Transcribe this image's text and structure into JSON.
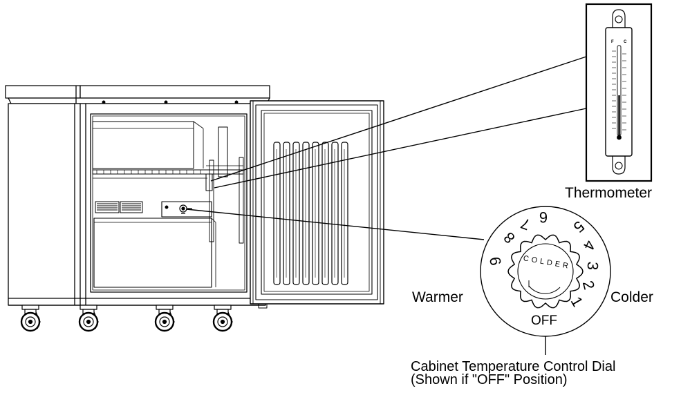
{
  "labels": {
    "thermometer": "Thermometer",
    "warmer": "Warmer",
    "colder": "Colder",
    "off": "OFF",
    "caption_line1": "Cabinet Temperature Control Dial",
    "caption_line2": "(Shown if \"OFF\" Position)"
  },
  "dial": {
    "word": "COLDER",
    "numbers": [
      "1",
      "2",
      "3",
      "4",
      "5",
      "6",
      "7",
      "8",
      "9"
    ]
  },
  "thermometer_scale": {
    "left_unit": "F",
    "right_unit": "C"
  },
  "colors": {
    "ink": "#000000",
    "paper": "#ffffff",
    "shade": "#9a9a9a"
  }
}
